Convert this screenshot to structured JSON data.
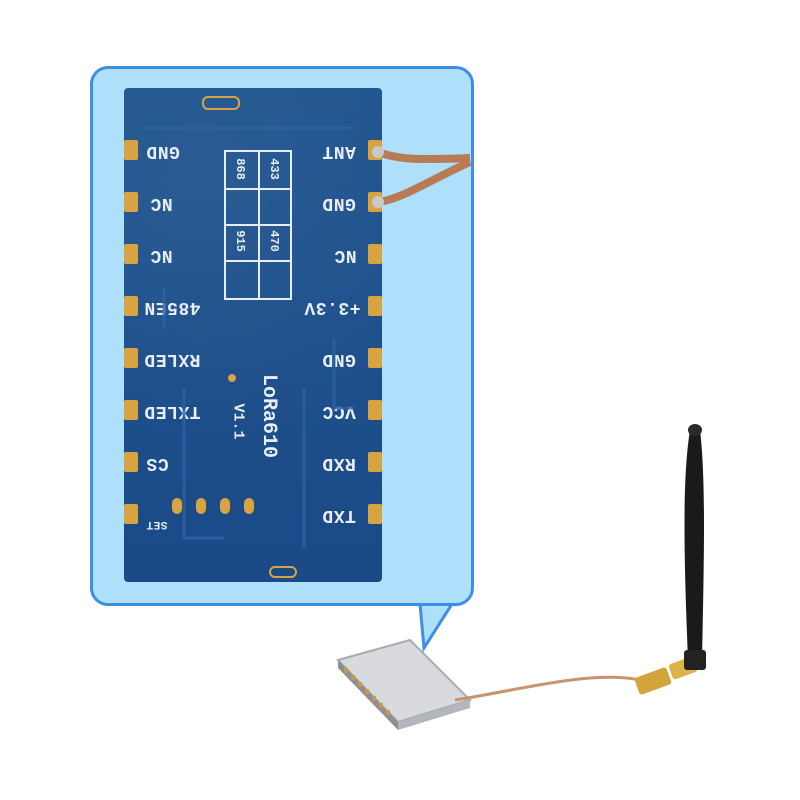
{
  "board": {
    "left_pins": [
      "GND",
      "NC",
      "NC",
      "485EN",
      "RXLED",
      "TXLED",
      "CS"
    ],
    "right_pins": [
      "ANT",
      "GND",
      "NC",
      "+3.3V",
      "GND",
      "VCC",
      "RXD",
      "TXD"
    ],
    "set_label": "SET",
    "model": "LoRa610",
    "version": "V1.1",
    "frequencies": [
      "433",
      "868",
      "470",
      "915"
    ]
  },
  "colors": {
    "callout_fill": "#aee0fb",
    "callout_border": "#3d8ee8",
    "pcb": "#1d4d8e",
    "pad_gold": "#d9a341",
    "silkscreen": "#e8eef7"
  }
}
